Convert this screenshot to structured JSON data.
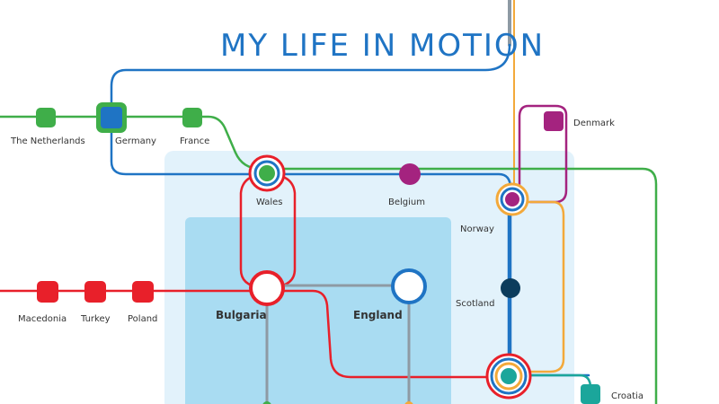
{
  "title": "MY LIFE IN MOTION",
  "colors": {
    "green": "#3fae49",
    "red": "#e8202a",
    "blue": "#1f74c4",
    "purple": "#a4237f",
    "orange": "#f3a93a",
    "grey": "#8e9aa4",
    "teal": "#1ba69b",
    "navy": "#0c3c5c",
    "zone_outer": "#e2f2fb",
    "zone_inner": "#a9dcf2"
  },
  "stations": {
    "the_netherlands": "The Netherlands",
    "germany": "Germany",
    "france": "France",
    "denmark": "Denmark",
    "wales": "Wales",
    "belgium": "Belgium",
    "norway": "Norway",
    "scotland": "Scotland",
    "macedonia": "Macedonia",
    "turkey": "Turkey",
    "poland": "Poland",
    "bulgaria": "Bulgaria",
    "england": "England",
    "croatia": "Croatia"
  }
}
